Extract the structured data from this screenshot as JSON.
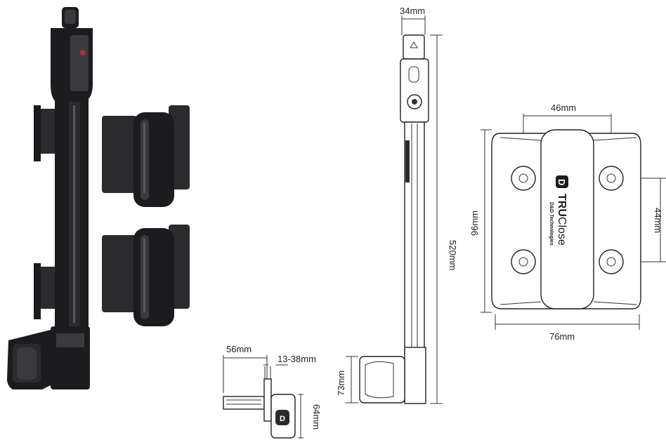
{
  "dimensions": {
    "top_width": "34mm",
    "length": "520mm",
    "bracket_height": "73mm",
    "side_depth": "56mm",
    "gap_range": "13-38mm",
    "side_height": "64mm",
    "hole_spacing_h": "46mm",
    "hole_spacing_v": "44mm",
    "plate_height": "96mm",
    "plate_width": "76mm"
  },
  "branding": {
    "logo_letter": "D",
    "brand_tru": "TRU",
    "brand_close": "Close",
    "maker": "D&D Technologies"
  },
  "colors": {
    "product_dark": "#1c1c1e",
    "line": "#222222",
    "background": "#ffffff"
  }
}
